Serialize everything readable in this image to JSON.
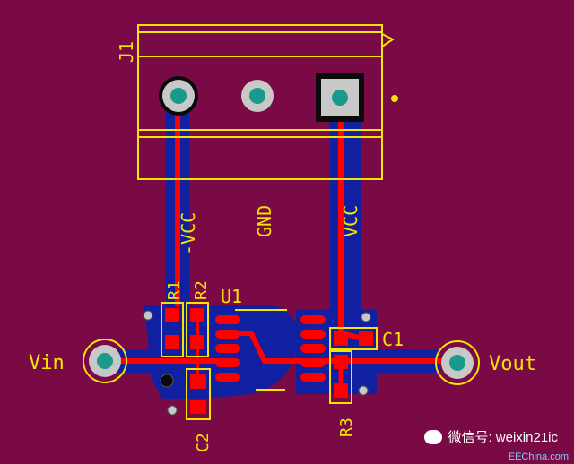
{
  "colors": {
    "board": "#7a0a45",
    "silkscreen": "#f5e400",
    "top_copper": "#ff0000",
    "bottom_copper": "#1020a0",
    "pad": "#c8c8c8",
    "drill": "#1a9a8a"
  },
  "labels": {
    "j1": "J1",
    "neg_vcc": "-VCC",
    "gnd": "GND",
    "vcc": "VCC",
    "r1": "R1",
    "r2": "R2",
    "u1": "U1",
    "c1": "C1",
    "c2": "C2",
    "r3": "R3",
    "vin": "Vin",
    "vout": "Vout"
  },
  "watermark": {
    "text": "微信号: weixin21ic",
    "site": "EEChina.com",
    "icon": "wechat-icon"
  }
}
